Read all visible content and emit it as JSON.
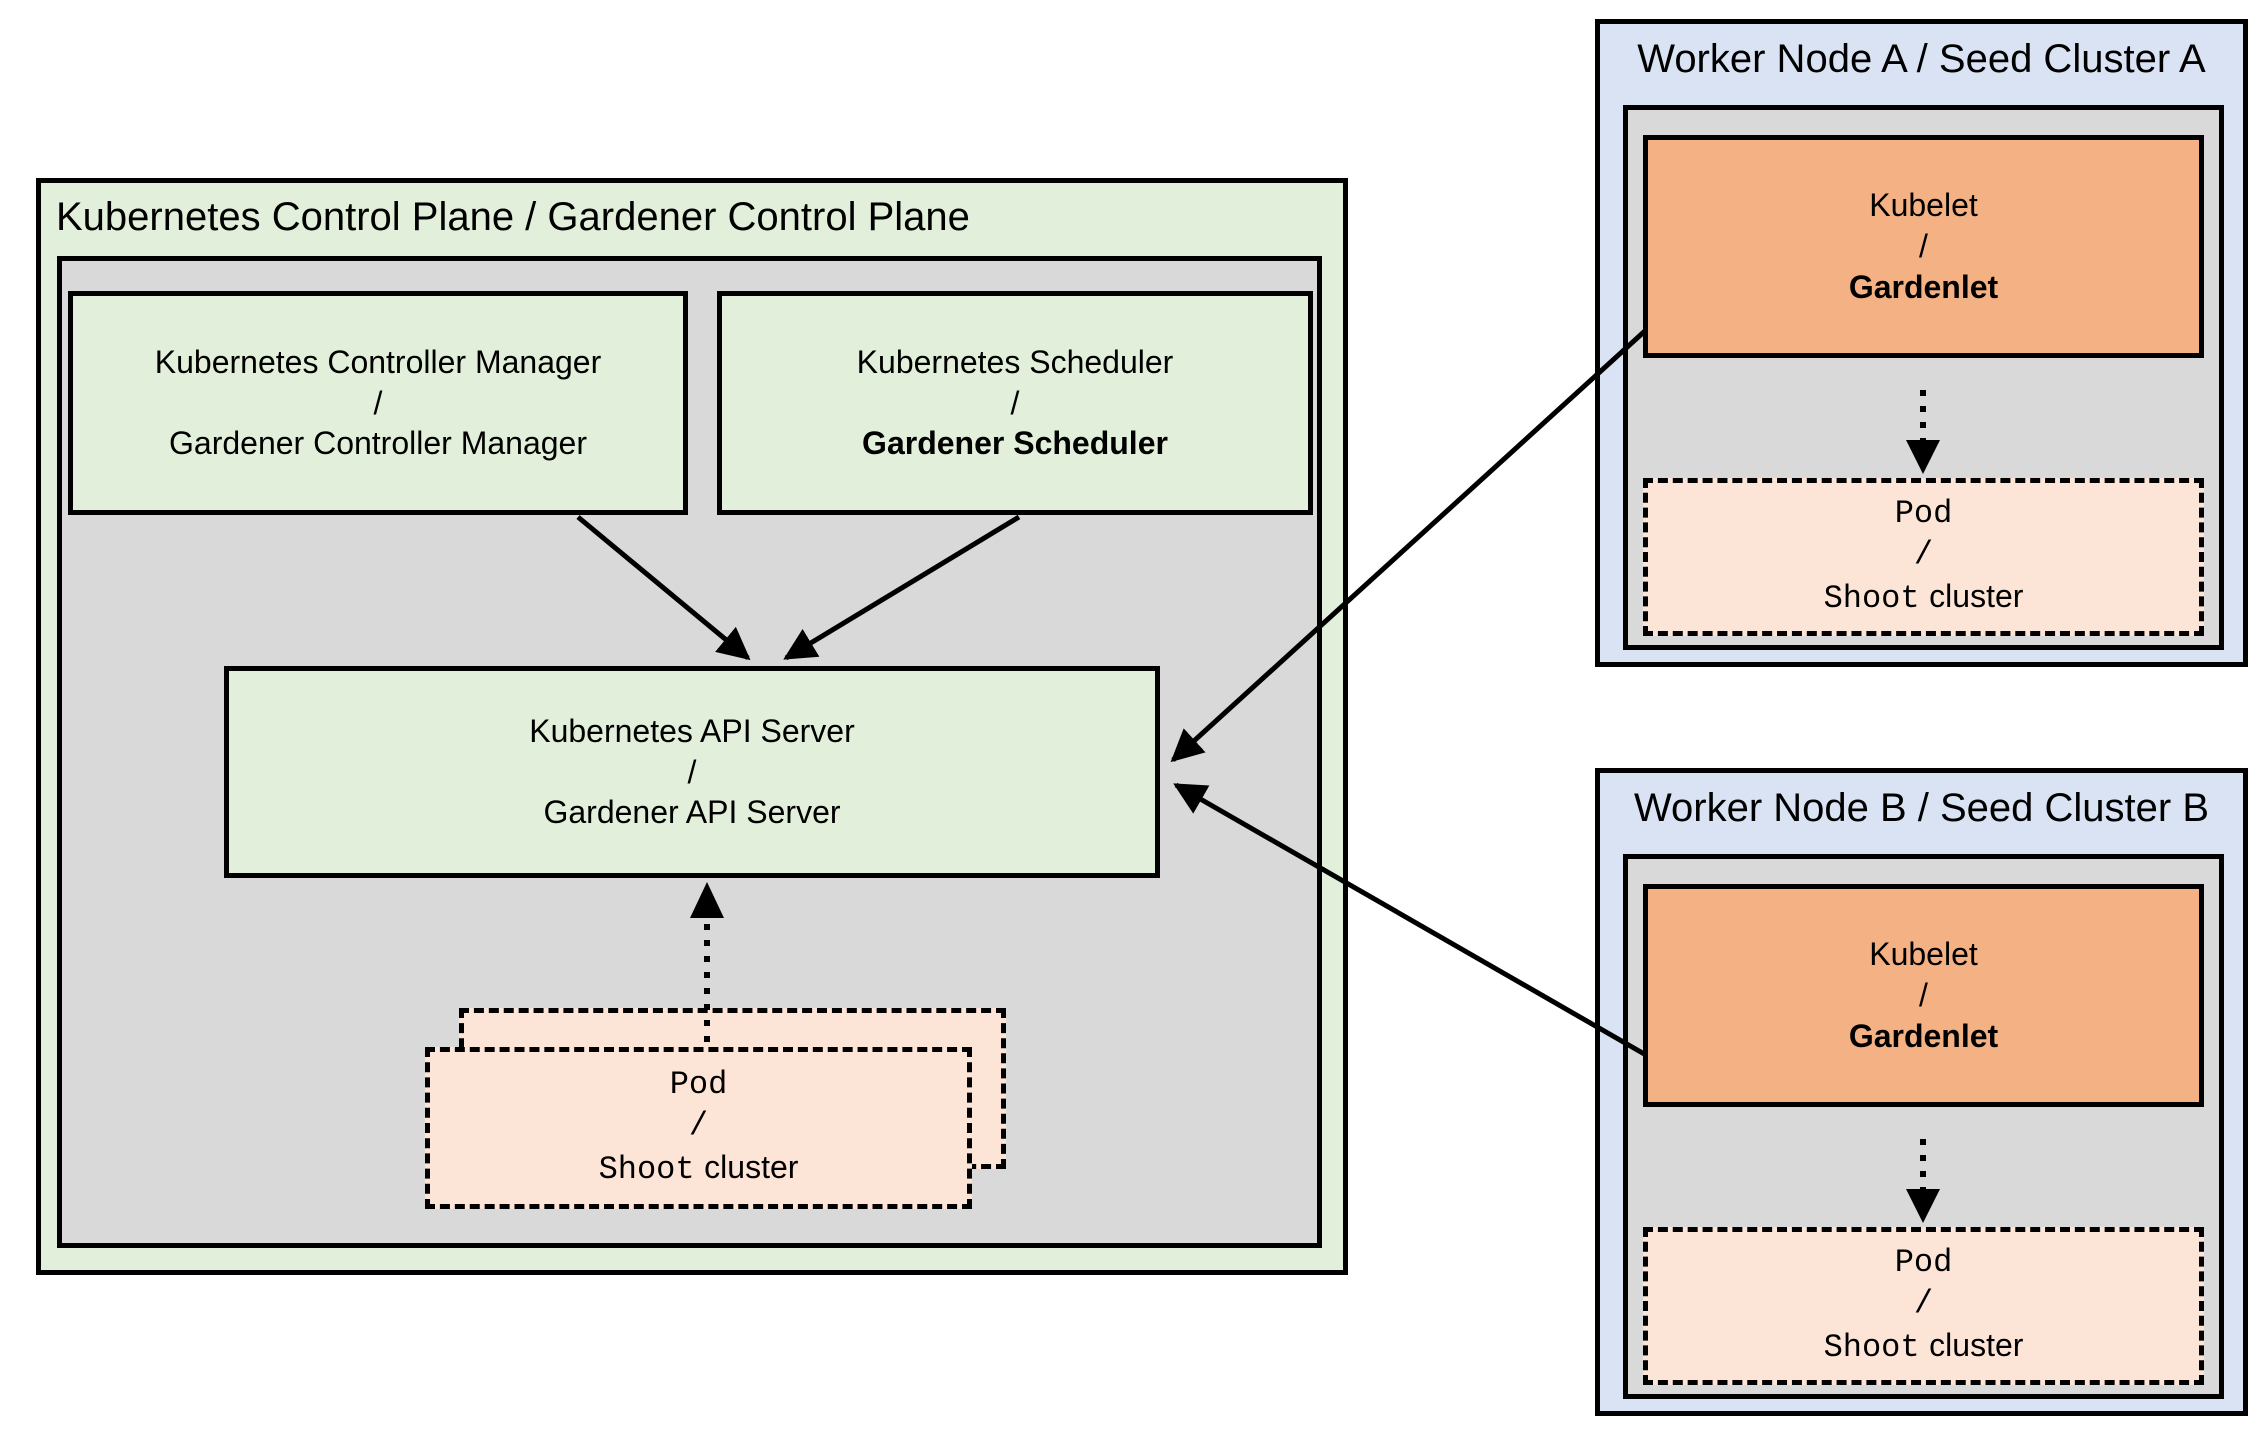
{
  "colors": {
    "green": "#e2efda",
    "gray": "#d9d9d9",
    "blue": "#dae3f3",
    "orange": "#f4b183",
    "peach": "#fce4d6",
    "ink": "#000000",
    "paper": "#ffffff"
  },
  "control_plane": {
    "title": "Kubernetes Control Plane / Gardener Control Plane",
    "controller_manager": {
      "line1": "Kubernetes Controller Manager",
      "line2": "/",
      "line3": "Gardener Controller Manager"
    },
    "scheduler": {
      "line1": "Kubernetes Scheduler",
      "line2": "/",
      "line3": "Gardener Scheduler"
    },
    "api_server": {
      "line1": "Kubernetes API Server",
      "line2": "/",
      "line3": "Gardener API Server"
    },
    "pod": {
      "line1": "Pod",
      "line2": "/",
      "line3_code": "Shoot",
      "line3_text": "cluster"
    }
  },
  "worker_a": {
    "title": "Worker Node A / Seed Cluster A",
    "kubelet": {
      "line1": "Kubelet",
      "line2": "/",
      "line3": "Gardenlet"
    },
    "pod": {
      "line1": "Pod",
      "line2": "/",
      "line3_code": "Shoot",
      "line3_text": "cluster"
    }
  },
  "worker_b": {
    "title": "Worker Node B / Seed Cluster B",
    "kubelet": {
      "line1": "Kubelet",
      "line2": "/",
      "line3": "Gardenlet"
    },
    "pod": {
      "line1": "Pod",
      "line2": "/",
      "line3_code": "Shoot",
      "line3_text": "cluster"
    }
  }
}
